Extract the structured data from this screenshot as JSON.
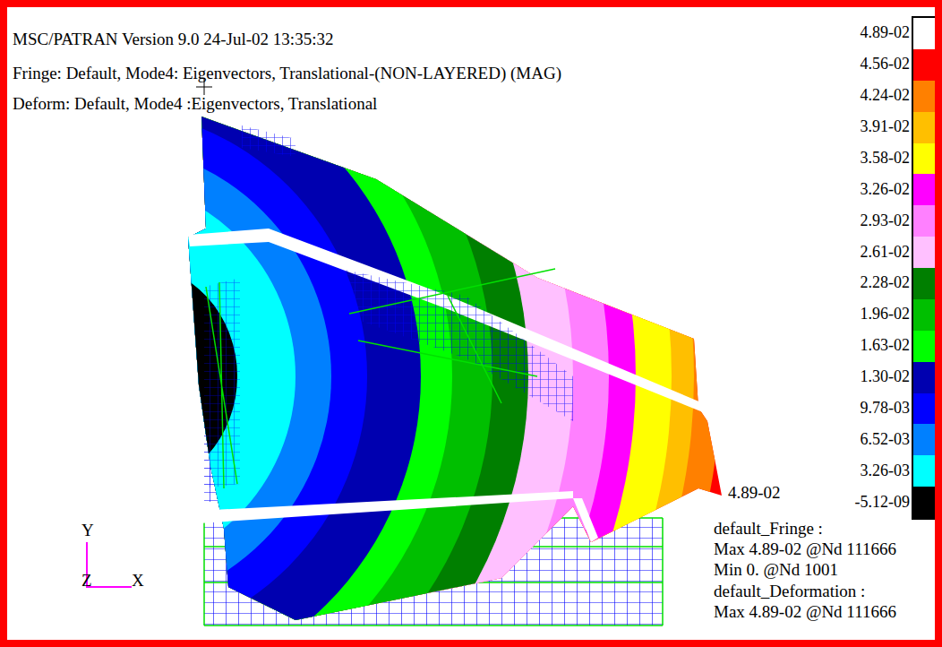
{
  "diagram": {
    "labels": [
      "MSC/PATRAN Version 9.0 24-Jul-02 13:35:32",
      "Fringe: Default, Mode4: Eigenvectors, Translational-(NON-LAYERED) (MAG)",
      "Deform: Default, Mode4 :Eigenvectors, Translational",
      "4.89-02",
      "default_Fringe :",
      "Max 4.89-02 @Nd 111666",
      "Min 0. @Nd 1001",
      "default_Deformation :",
      "Max 4.89-02 @Nd 111666",
      "Y",
      "Z",
      "X"
    ],
    "legend": [
      {
        "text": "4.89-02",
        "color": "#ffffff"
      },
      {
        "text": "4.56-02",
        "color": "#ff0000"
      },
      {
        "text": "4.24-02",
        "color": "#ff8000"
      },
      {
        "text": "3.91-02",
        "color": "#ffbf00"
      },
      {
        "text": "3.58-02",
        "color": "#ffff00"
      },
      {
        "text": "3.26-02",
        "color": "#ff00ff"
      },
      {
        "text": "2.93-02",
        "color": "#ff80ff"
      },
      {
        "text": "2.61-02",
        "color": "#ffc0ff"
      },
      {
        "text": "2.28-02",
        "color": "#007f00"
      },
      {
        "text": "1.96-02",
        "color": "#00bf00"
      },
      {
        "text": "1.63-02",
        "color": "#00ff00"
      },
      {
        "text": "1.30-02",
        "color": "#0000b0"
      },
      {
        "text": "9.78-03",
        "color": "#0000ff"
      },
      {
        "text": "6.52-03",
        "color": "#0080ff"
      },
      {
        "text": "3.26-03",
        "color": "#00ffff"
      },
      {
        "text": "-5.12-09",
        "color": "#000000"
      }
    ]
  }
}
